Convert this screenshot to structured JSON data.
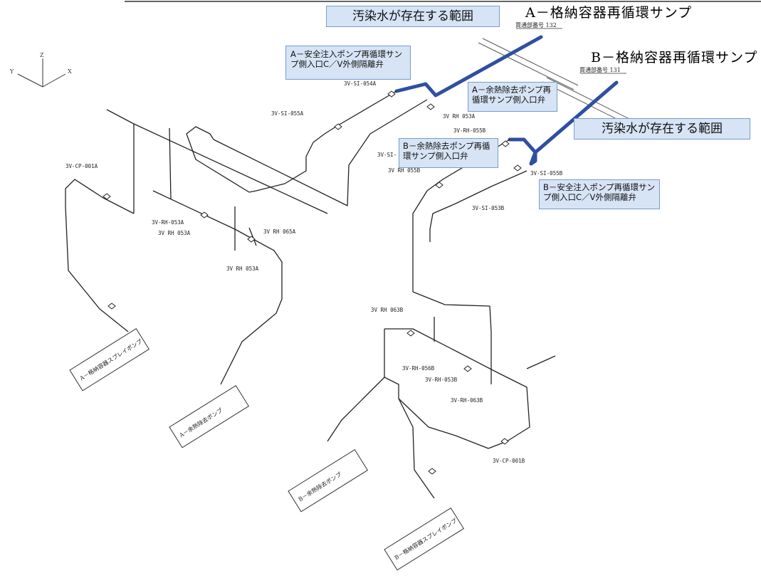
{
  "colors": {
    "pipe": "#222222",
    "contaminated": "#2f4fa0",
    "callout_bg": "#d6e4f5",
    "callout_border": "#7a9cc8"
  },
  "headings": {
    "contaminated_top": "汚染水が存在する範囲",
    "contaminated_right": "汚染水が存在する範囲",
    "sump_a": "A－格納容器再循環サンプ",
    "sump_b": "B－格納容器再循環サンプ"
  },
  "callouts": {
    "a_si_valve": "A－安全注入ポンプ再循環サンプ側入口C／V外側隔離弁",
    "a_rhr_valve": "A－余熱除去ポンプ再循環サンプ側入口弁",
    "b_rhr_valve": "B－余熱除去ポンプ再循環サンプ側入口弁",
    "b_si_valve": "B－安全注入ポンプ再循環サンプ側入口C／V外側隔離弁"
  },
  "penetrations": {
    "a": "貫通部番号 132",
    "b": "貫通部番号 131"
  },
  "axes": {
    "z": "Z",
    "y": "Y",
    "x": "X"
  },
  "tags": {
    "t1": "3V-SI-054A",
    "t2": "3V-SI-055A",
    "t3": "3V RH 053A",
    "t4": "3V-RH-055B",
    "t5": "3V-SI-055B",
    "t6": "3V-SI-053B",
    "t7": "3V RH 055B",
    "t8": "3V-CP-001A",
    "t9": "3V-RH-053A",
    "t10": "3V RH 053A",
    "t11": "3V RH 065A",
    "t12": "3V RH 053A",
    "t13": "3V RH 063B",
    "t14": "3V-RH-056B",
    "t15": "3V-RH-053B",
    "t16": "3V-RH-063B",
    "t17": "3V-CP-001B",
    "t18": "3V-SI-"
  },
  "equipment": {
    "e1": "A－格納容器スプレイポンプ",
    "e2": "A－余熱除去ポンプ",
    "e3": "B－余熱除去ポンプ",
    "e4": "B－格納容器スプレイポンプ"
  }
}
